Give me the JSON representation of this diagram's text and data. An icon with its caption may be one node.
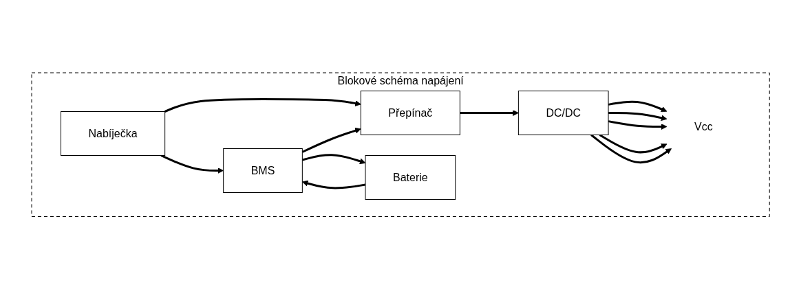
{
  "diagram": {
    "nodes": [
      {
        "text": [
          "Blokové schéma napájení"
        ]
      },
      {
        "text": [
          "Nabíječka"
        ],
        "in": 0
      },
      {
        "text": [
          "Baterie"
        ],
        "in": 0
      },
      {
        "text": [
          "BMS"
        ],
        "in": 0
      },
      {
        "text": [
          "Přepínač"
        ],
        "in": 0
      },
      {
        "text": [
          "DC/DC"
        ],
        "in": 0
      },
      {
        "text": [
          "Vcc"
        ],
        "in": 0
      }
    ],
    "edges": [
      {
        "from": 1,
        "to": 3,
        "arrow": "to"
      },
      {
        "from": 1,
        "to": 4,
        "arrow": "to"
      },
      {
        "from": 3,
        "to": 2,
        "arrow": "to"
      },
      {
        "from": 2,
        "to": 3,
        "arrow": "to"
      },
      {
        "from": 3,
        "to": 4,
        "arrow": "to"
      },
      {
        "from": 4,
        "to": 5,
        "arrow": "to"
      },
      {
        "from": 5,
        "to": 6,
        "arrow": "to"
      },
      {
        "from": 5,
        "to": 6,
        "arrow": "to"
      },
      {
        "from": 5,
        "to": 6,
        "arrow": "to"
      },
      {
        "from": 5,
        "to": 6,
        "arrow": "to"
      },
      {
        "from": 5,
        "to": 6,
        "arrow": "to"
      }
    ]
  }
}
